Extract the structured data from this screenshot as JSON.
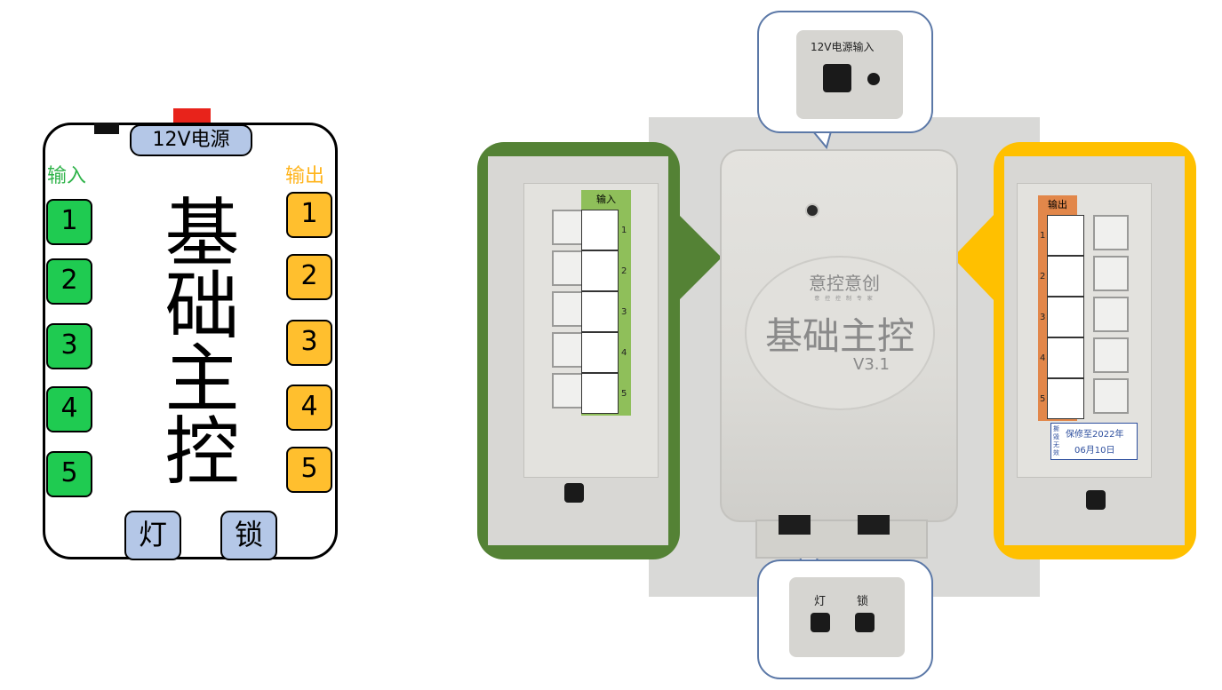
{
  "schematic": {
    "power_label": "12V电源",
    "input_title": "输入",
    "output_title": "输出",
    "inputs": [
      "1",
      "2",
      "3",
      "4",
      "5"
    ],
    "outputs": [
      "1",
      "2",
      "3",
      "4",
      "5"
    ],
    "center_title": "基础主控",
    "buttons": [
      "灯",
      "锁"
    ],
    "colors": {
      "input": "#1fcb51",
      "output": "#ffbf2e",
      "label": "#b4c7e7",
      "power_tab": "#e8231b"
    }
  },
  "photo": {
    "top_callout_text": "12V电源输入",
    "brand": "意控意创",
    "brand_sub": "意 控 控 制 专 家",
    "product_name": "基础主控",
    "version": "V3.1",
    "left_label": "输入",
    "left_numbers": [
      "1",
      "2",
      "3",
      "4",
      "5"
    ],
    "right_label": "输出",
    "right_numbers": [
      "1",
      "2",
      "3",
      "4",
      "5"
    ],
    "warranty": {
      "seal_chars": "撕毁无效",
      "line1": "保修至2022年",
      "line2": "06月10日"
    },
    "bottom_callout": {
      "lamp": "灯",
      "lock": "锁"
    },
    "frame_colors": {
      "input": "#548235",
      "output": "#ffc000",
      "callout": "#5b78a7"
    }
  }
}
